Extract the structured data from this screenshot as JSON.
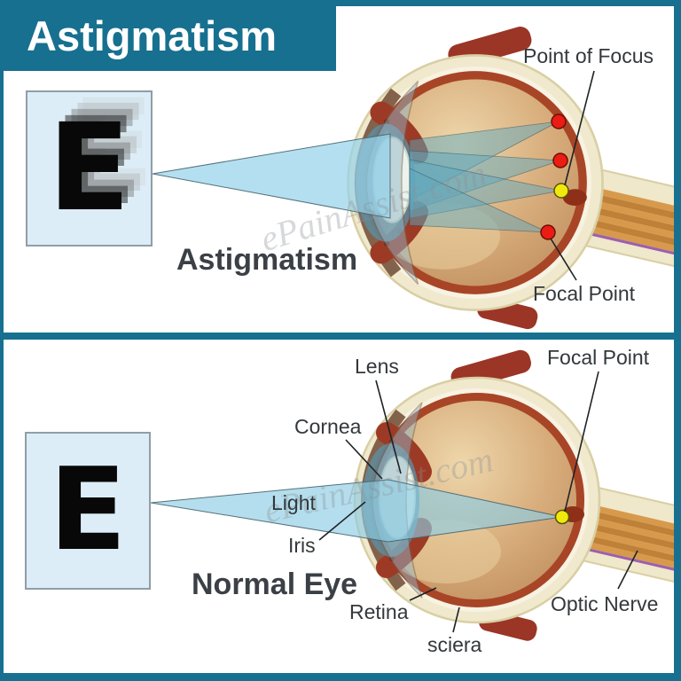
{
  "header": {
    "title": "Astigmatism"
  },
  "watermark": "ePainAssist.com",
  "panels": {
    "astigmatism": {
      "caption": "Astigmatism",
      "chart_letter": "E",
      "labels": {
        "point_of_focus": "Point of Focus",
        "focal_point": "Focal Point"
      }
    },
    "normal": {
      "caption": "Normal Eye",
      "chart_letter": "E",
      "labels": {
        "lens": "Lens",
        "cornea": "Cornea",
        "focal_point": "Focal Point",
        "light": "Light",
        "iris": "Iris",
        "retina": "Retina",
        "sclera": "sciera",
        "optic_nerve": "Optic Nerve"
      }
    }
  },
  "colors": {
    "frame_teal": "#17708f",
    "ray_blue": "#7cc7dd",
    "focal_red": "#ea1c14",
    "focal_yellow": "#f2e90c",
    "sclera_cream": "#f0e9cd",
    "choroid_red": "#a84527",
    "nerve_orange": "#d79a4c"
  }
}
